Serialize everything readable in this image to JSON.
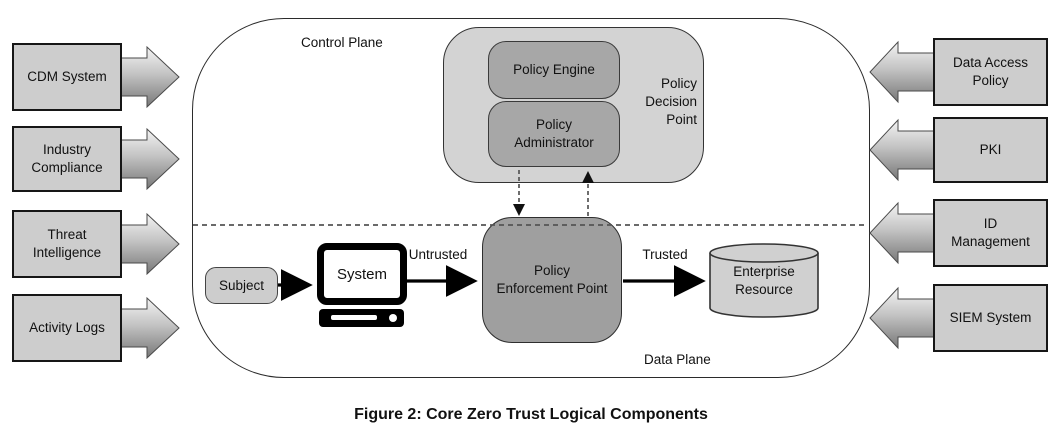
{
  "diagram": {
    "caption": "Figure 2: Core Zero Trust Logical Components",
    "control_plane_label": "Control Plane",
    "data_plane_label": "Data Plane",
    "sources_left": [
      {
        "label": "CDM System"
      },
      {
        "label": "Industry\nCompliance"
      },
      {
        "label": "Threat\nIntelligence"
      },
      {
        "label": "Activity Logs"
      }
    ],
    "sources_right": [
      {
        "label": "Data Access\nPolicy"
      },
      {
        "label": "PKI"
      },
      {
        "label": "ID\nManagement"
      },
      {
        "label": "SIEM System"
      }
    ],
    "policy_decision_point": {
      "label": "Policy\nDecision\nPoint",
      "engine_label": "Policy Engine",
      "administrator_label": "Policy\nAdministrator"
    },
    "pep_label": "Policy\nEnforcement Point",
    "subject_label": "Subject",
    "system_label": "System",
    "untrusted_label": "Untrusted",
    "trusted_label": "Trusted",
    "resource_label": "Enterprise\nResource",
    "colors": {
      "box-fill": "#cdcdcd",
      "panel-fill": "#d3d3d3",
      "component-fill": "#a7a7a7",
      "pep-fill": "#9f9f9f",
      "cyl-fill": "#d0d0d0"
    }
  }
}
